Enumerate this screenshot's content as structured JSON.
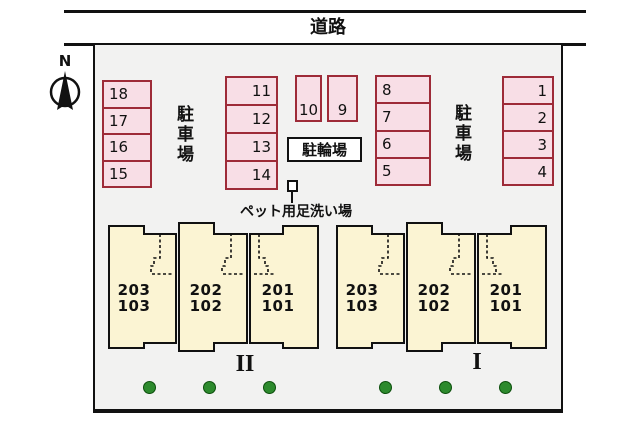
{
  "road": {
    "label": "道路"
  },
  "compass": {
    "north": "N"
  },
  "parking": {
    "left_lot_label": "駐車場",
    "right_lot_label": "駐車場",
    "bicycle_label": "駐輪場",
    "pet_wash_label": "ペット用足洗い場",
    "stalls_left": [
      "18",
      "17",
      "16",
      "15"
    ],
    "stalls_mid": [
      "11",
      "12",
      "13",
      "14"
    ],
    "stalls_bike": [
      "10",
      "9"
    ],
    "stalls_right_inner": [
      "8",
      "7",
      "6",
      "5"
    ],
    "stalls_right_outer": [
      "1",
      "2",
      "3",
      "4"
    ]
  },
  "buildings": [
    {
      "caption": "II",
      "units": [
        {
          "upper": "203",
          "lower": "103"
        },
        {
          "upper": "202",
          "lower": "102"
        },
        {
          "upper": "201",
          "lower": "101"
        }
      ]
    },
    {
      "caption": "I",
      "units": [
        {
          "upper": "203",
          "lower": "103"
        },
        {
          "upper": "202",
          "lower": "102"
        },
        {
          "upper": "201",
          "lower": "101"
        }
      ]
    }
  ],
  "colors": {
    "stall_fill": "#f8dee6",
    "stall_border": "#9e2b38",
    "building_fill": "#fbf4d3",
    "plan_background": "#f2f2f1",
    "tree_green": "#2d8a2d",
    "line_black": "#111111"
  }
}
